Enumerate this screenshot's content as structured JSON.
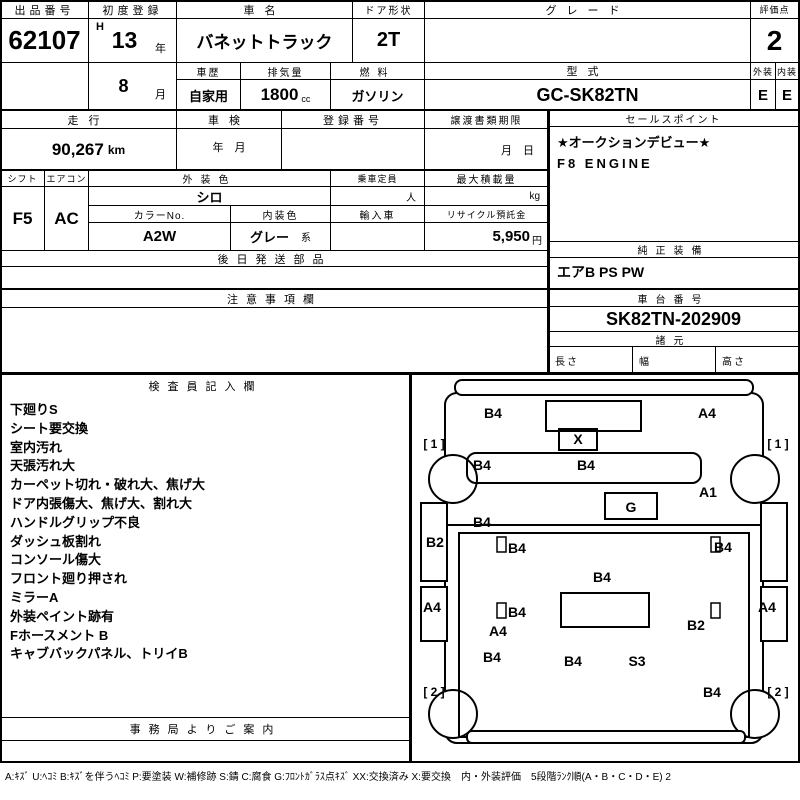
{
  "top": {
    "auction_no_label": "出品番号",
    "auction_no": "62107",
    "first_reg_label": "初度登録",
    "era": "H",
    "reg_year": "13",
    "year_suffix": "年",
    "reg_month": "8",
    "month_suffix": "月",
    "car_name_label": "車名",
    "car_name": "バネットトラック",
    "door_label": "ドア形状",
    "door": "2T",
    "grade_label": "グレード",
    "grade": "",
    "score_label": "評価点",
    "score": "2",
    "history_label": "車歴",
    "history": "自家用",
    "displacement_label": "排気量",
    "displacement": "1800",
    "displacement_unit": "cc",
    "fuel_label": "燃料",
    "fuel": "ガソリン",
    "model_label": "型式",
    "model": "GC-SK82TN",
    "exterior_label": "外装",
    "interior_label": "内装",
    "exterior_score": "E",
    "interior_score": "E"
  },
  "mid": {
    "mileage_label": "走行",
    "mileage": "90,267",
    "mileage_unit": "km",
    "inspection_label": "車検",
    "inspection_value": "年　月",
    "registration_label": "登録番号",
    "transfer_label": "譲渡書類期限",
    "transfer_value": "月　日",
    "sales_label": "セールスポイント",
    "sales_line1": "★オークションデビュー★",
    "sales_line2": "F8 ENGINE"
  },
  "equip": {
    "shift_label": "シフト",
    "shift": "F5",
    "aircon_label": "エアコン",
    "aircon": "AC",
    "exterior_color_label": "外装色",
    "exterior_color": "シロ",
    "capacity_label": "乗車定員",
    "capacity_unit": "人",
    "max_load_label": "最大積載量",
    "max_load_unit": "kg",
    "color_no_label": "カラーNo.",
    "color_no": "A2W",
    "interior_color_label": "内装色",
    "interior_color": "グレー",
    "interior_color_suffix": "系",
    "import_label": "輸入車",
    "recycle_label": "リサイクル預託金",
    "recycle_value": "5,950",
    "recycle_unit": "円",
    "later_parts_label": "後日発送部品"
  },
  "rightcol": {
    "genuine_label": "純正装備",
    "genuine_value": "エアB PS PW",
    "chassis_label": "車台番号",
    "chassis_no": "SK82TN-202909",
    "spec_label": "諸元",
    "length_label": "長さ",
    "width_label": "幅",
    "height_label": "高さ"
  },
  "caution": {
    "label": "注意事項欄"
  },
  "inspector": {
    "label": "検査員記入欄",
    "items": [
      "下廻りS",
      "シート要交換",
      "室内汚れ",
      "天張汚れ大",
      "カーペット切れ・破れ大、焦げ大",
      "ドア内張傷大、焦げ大、割れ大",
      "ハンドルグリップ不良",
      "ダッシュ板割れ",
      "コンソール傷大",
      "フロント廻り押され",
      "ミラーA",
      "外装ペイント跡有",
      "Fホースメント B",
      "キャブバックパネル、トリイB"
    ],
    "office_label": "事務局よりご案内"
  },
  "diagram": {
    "marks": [
      {
        "text": "B4"
      },
      {
        "text": "X"
      },
      {
        "text": "A4"
      },
      {
        "text": "[ 1 ]"
      },
      {
        "text": "[ 1 ]"
      },
      {
        "text": "B4"
      },
      {
        "text": "B4"
      },
      {
        "text": "A1"
      },
      {
        "text": "B4"
      },
      {
        "text": "G"
      },
      {
        "text": "B2"
      },
      {
        "text": "B4"
      },
      {
        "text": "B4"
      },
      {
        "text": "B4"
      },
      {
        "text": "A4"
      },
      {
        "text": "B4"
      },
      {
        "text": "A4"
      },
      {
        "text": "B2"
      },
      {
        "text": "A4"
      },
      {
        "text": "B4"
      },
      {
        "text": "B4"
      },
      {
        "text": "S3"
      },
      {
        "text": "[ 2 ]"
      },
      {
        "text": "B4"
      },
      {
        "text": "[ 2 ]"
      }
    ]
  },
  "legend": "A:ｷｽﾞ U:ﾍｺﾐ B:ｷｽﾞを伴うﾍｺﾐ P:要塗装 W:補修跡 S:錆 C:腐食 G:ﾌﾛﾝﾄｶﾞﾗｽ点ｷｽﾞ XX:交換済み X:要交換　内・外装評価　5段階ﾗﾝｸ順(A・B・C・D・E) 2"
}
